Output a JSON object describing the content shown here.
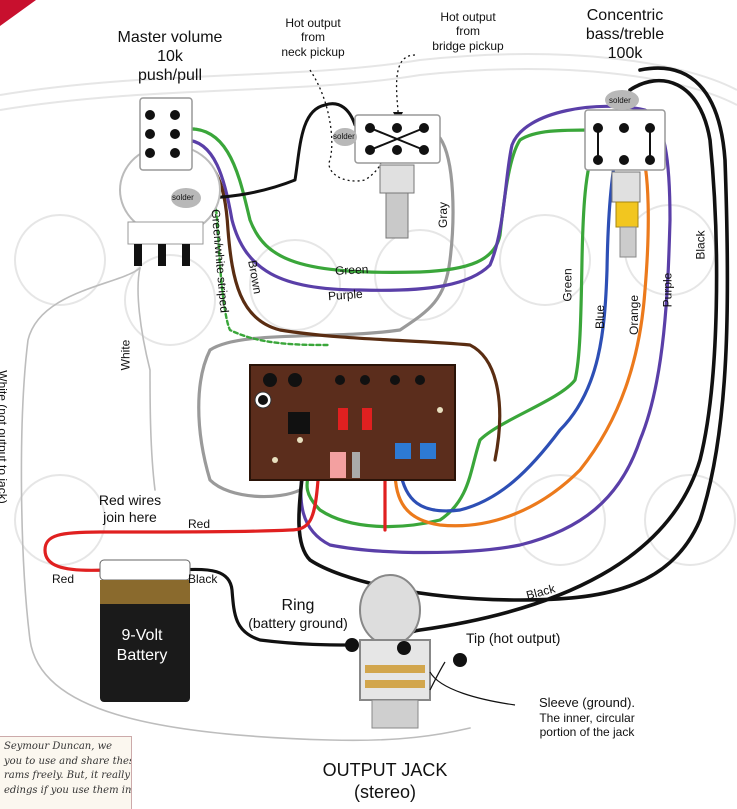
{
  "labels": {
    "master_volume": [
      "Master volume",
      "10k",
      "push/pull"
    ],
    "neck_pickup": [
      "Hot output",
      "from",
      "neck pickup"
    ],
    "bridge_pickup": [
      "Hot output",
      "from",
      "bridge pickup"
    ],
    "concentric": [
      "Concentric",
      "bass/treble",
      "100k"
    ],
    "solder": "solder",
    "gray": "Gray",
    "green": "Green",
    "purple": "Purple",
    "brown": "Brown",
    "green_white": "Green/white striped",
    "white": "White",
    "white_note": "White (not output to jack)",
    "blue": "Blue",
    "orange": "Orange",
    "black": "Black",
    "red_wires": [
      "Red wires",
      "join here"
    ],
    "red": "Red",
    "battery": [
      "9-Volt",
      "Battery"
    ],
    "ring": [
      "Ring",
      "(battery ground)"
    ],
    "tip": "Tip (hot output)",
    "sleeve": [
      "Sleeve (ground).",
      "The inner, circular",
      "portion of the jack"
    ],
    "output_jack": [
      "OUTPUT JACK",
      "(stereo)"
    ]
  },
  "corner_note": [
    "Seymour Duncan, we",
    "you to use and share these",
    "rams freely. But, it really",
    "edings if you use them in"
  ],
  "colors": {
    "green": "#3aa63a",
    "purple": "#5a3fa8",
    "brown": "#5a2d12",
    "blue": "#2d4fb5",
    "orange": "#ec7a1c",
    "red": "#e02020",
    "gray": "#9a9a9a",
    "black": "#111111",
    "board": "#5b2d1c",
    "brand_red": "#c8102e"
  }
}
